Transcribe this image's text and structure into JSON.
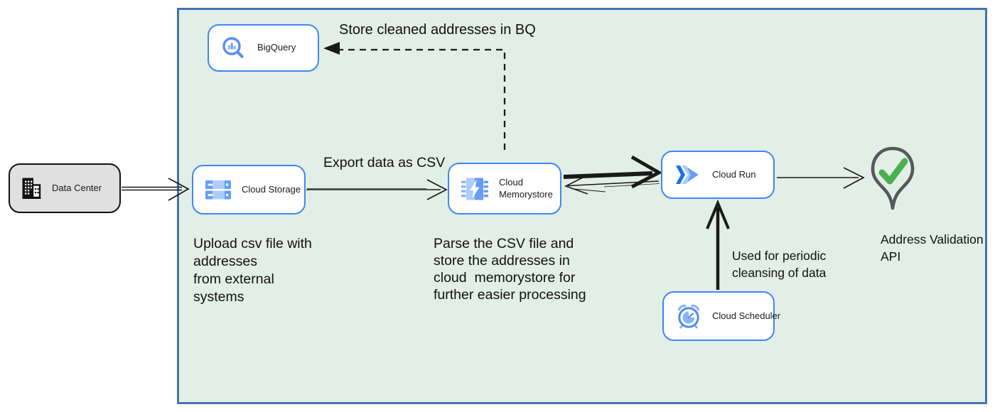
{
  "nodes": {
    "data_center": {
      "label": "Data Center"
    },
    "bigquery": {
      "label": "BigQuery"
    },
    "cloud_storage": {
      "label": "Cloud Storage"
    },
    "cloud_memorystore": {
      "label": "Cloud Memorystore"
    },
    "cloud_run": {
      "label": "Cloud Run"
    },
    "cloud_scheduler": {
      "label": "Cloud Scheduler"
    }
  },
  "edge_labels": {
    "store_bq": "Store cleaned addresses in BQ",
    "export_csv": "Export data as CSV",
    "periodic_cleansing": "Used for periodic\ncleansing of data"
  },
  "annotations": {
    "upload_csv": "Upload csv file with\naddresses\nfrom external\nsystems",
    "parse_csv": "Parse the CSV file and\nstore the addresses in\ncloud  memorystore for\nfurther easier processing",
    "address_validation_api": "Address Validation\nAPI"
  },
  "colors": {
    "container_fill": "#e2efe6",
    "container_border": "#4474b0",
    "node_border": "#4285f4",
    "external_node_fill": "#e0e0e0",
    "icon_blue_dark": "#1a73e8",
    "icon_blue": "#669df6",
    "icon_blue_light": "#aecbfa",
    "pin_outline": "#55585c",
    "check_green": "#4caf50",
    "arrow_black": "#1a1a1a"
  }
}
